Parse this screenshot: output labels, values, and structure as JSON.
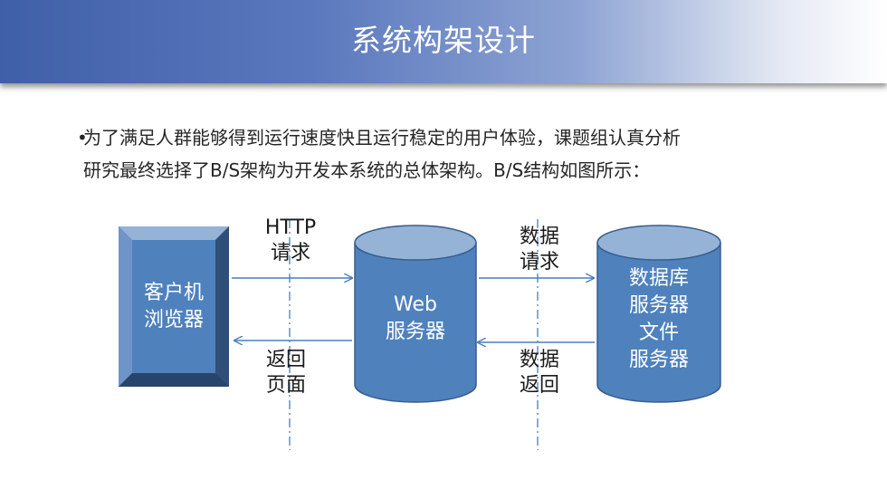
{
  "slide": {
    "title": "系统构架设计",
    "bullet_line1": "为了满足人群能够得到运行速度快且运行稳定的用户体验，课题组认真分析",
    "bullet_line2": "研究最终选择了B/S架构为开发本系统的总体架构。B/S结构如图所示："
  },
  "diagram": {
    "client": {
      "line1": "客户机",
      "line2": "浏览器"
    },
    "web_server": {
      "line1": "Web",
      "line2": "服务器"
    },
    "db_server": {
      "line1": "数据库",
      "line2": "服务器",
      "line3": "文件",
      "line4": "服务器"
    },
    "http_request": {
      "line1": "HTTP",
      "line2": "请求"
    },
    "return_page": {
      "line1": "返回",
      "line2": "页面"
    },
    "data_request": {
      "line1": "数据",
      "line2": "请求"
    },
    "data_return": {
      "line1": "数据",
      "line2": "返回"
    }
  },
  "colors": {
    "header_blue": "#3f5fa8",
    "node_fill": "#4f81bd",
    "node_dark": "#385d8a",
    "node_top": "#95b3d7",
    "line_blue": "#4a7ebb"
  }
}
